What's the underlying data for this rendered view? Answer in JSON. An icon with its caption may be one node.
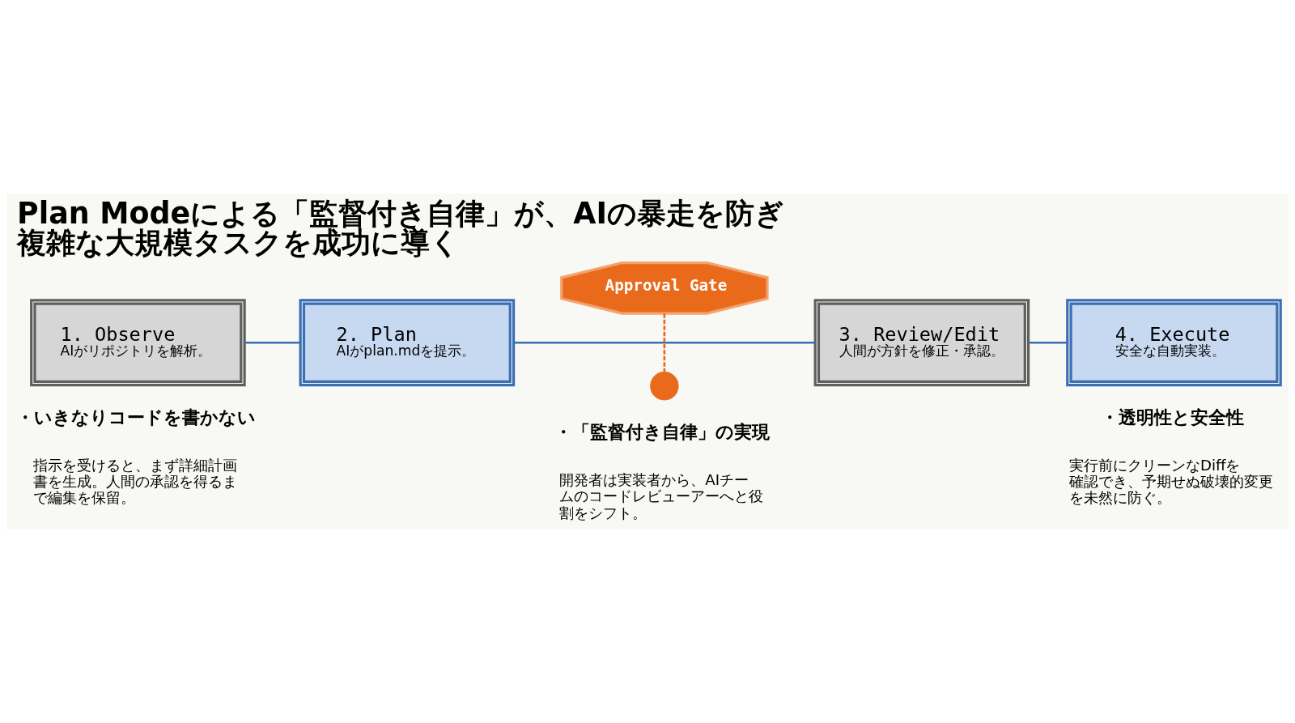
{
  "diagram": {
    "title": "Plan Modeによる「監督付き自律」が、AIの暴走を防ぎ複雑な大規模タスクを成功に導く",
    "nodes": [
      {
        "text": [
          "1. Observe",
          "AIがリポジトリを解析。"
        ]
      },
      {
        "text": [
          "2. Plan",
          "AIがplan.mdを提示。"
        ]
      },
      {
        "text": [
          "3. Review/Edit",
          "人間が方針を修正・承認。"
        ]
      },
      {
        "text": [
          "4. Execute",
          "安全な自動実装。"
        ]
      },
      {
        "text": [
          "Approval Gate"
        ]
      },
      {
        "text": [],
        "shape": "person"
      }
    ],
    "edges": [
      {
        "from": 0,
        "to": 1,
        "arrow": "none"
      },
      {
        "from": 1,
        "to": 2,
        "arrow": "none"
      },
      {
        "from": 2,
        "to": 3,
        "arrow": "none"
      },
      {
        "from": 4,
        "to": 5,
        "arrow": "none",
        "style": "dashed",
        "color": "#ea6a1c"
      }
    ],
    "labels": [
      "・いきなりコードを書かない",
      "指示を受けると、まず詳細計画書を生成。人間の承認を得るまで編集を保留。",
      "・「監督付き自律」の実現",
      "開発者は実装者から、AIチームのコードレビューアーへと役割をシフト。",
      "・透明性と安全性",
      "実行前にクリーンなDiffを確認でき、予期せぬ破壊的変更を未然に防ぐ。"
    ]
  }
}
